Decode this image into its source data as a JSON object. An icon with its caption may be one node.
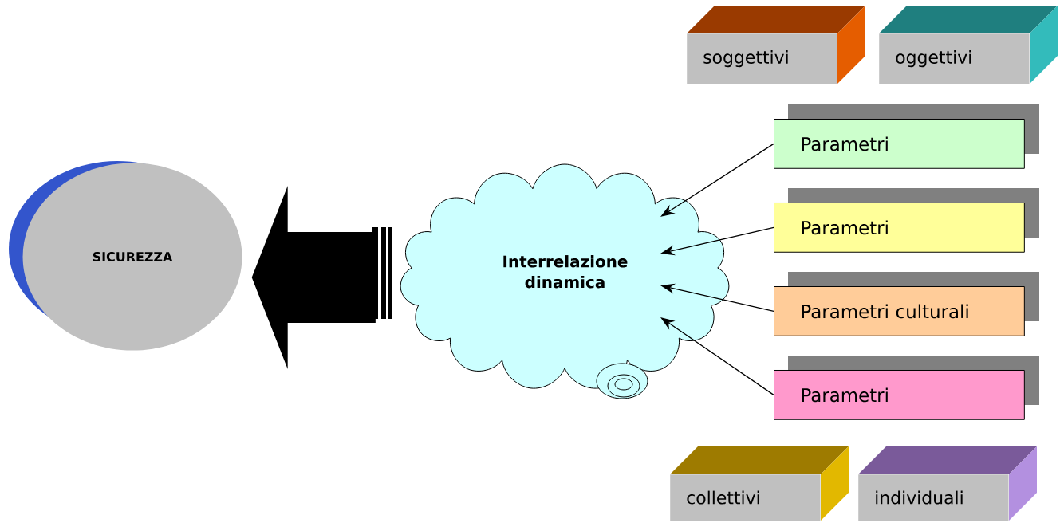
{
  "diagram": {
    "nodes": [
      {
        "text": [
          "SICUREZZA"
        ]
      },
      {
        "text": [
          "Interrelazione dinamica"
        ]
      },
      {
        "text": [
          "Parametri"
        ]
      },
      {
        "text": [
          "Parametri"
        ]
      },
      {
        "text": [
          "Parametri culturali"
        ]
      },
      {
        "text": [
          "Parametri"
        ]
      },
      {
        "text": [
          "soggettivi"
        ]
      },
      {
        "text": [
          "oggettivi"
        ]
      },
      {
        "text": [
          "collettivi"
        ]
      },
      {
        "text": [
          "individuali"
        ]
      }
    ],
    "edges": [
      {
        "from": 1,
        "to": 0,
        "arrow": "to",
        "style": "thick"
      },
      {
        "from": 2,
        "to": 1,
        "arrow": "to"
      },
      {
        "from": 3,
        "to": 1,
        "arrow": "to"
      },
      {
        "from": 4,
        "to": 1,
        "arrow": "to"
      },
      {
        "from": 5,
        "to": 1,
        "arrow": "to"
      }
    ]
  }
}
